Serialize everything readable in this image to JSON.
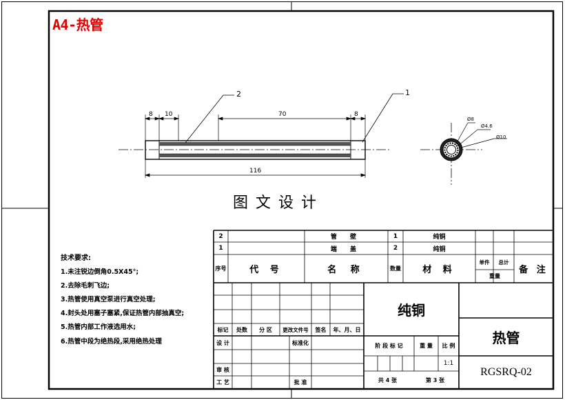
{
  "sheet_label": "A4-热管",
  "drawing_title": "图 文 设 计",
  "part_view": {
    "dimensions": [
      "8",
      "10",
      "70",
      "8",
      "116"
    ],
    "balloons": [
      "2",
      "1"
    ]
  },
  "section_view": {
    "dimensions": [
      "Ø8",
      "Ø4.6",
      "Ø10"
    ]
  },
  "tech_requirements": {
    "heading": "技术要求:",
    "items": [
      "1.未注锐边倒角0.5X45°;",
      "2.去除毛刺飞边;",
      "3.热管使用真空泵进行真空处理;",
      "4.封头处用塞子塞紧,保证热管内部抽真空;",
      "5.热管内部工作液选用水;",
      "6.热管中段为绝热段,采用绝热处理"
    ]
  },
  "parts_list": {
    "rows": [
      {
        "no": "2",
        "name": "管 壁",
        "qty": "1",
        "material": "纯铜"
      },
      {
        "no": "1",
        "name": "端 盖",
        "qty": "2",
        "material": "纯铜"
      }
    ],
    "header": {
      "no": "序号",
      "code": "代 号",
      "name": "名 称",
      "qty": "数量",
      "material": "材 料",
      "unit_weight": "单件",
      "total_weight": "总计",
      "weight": "重量",
      "remark": "备 注"
    }
  },
  "title_block": {
    "material": "纯铜",
    "part_name": "热管",
    "drawing_no": "RGSRQ-02",
    "mark": "标记",
    "count": "处数",
    "zone": "分 区",
    "change_doc": "更改文件号",
    "signature": "签名",
    "date": "年、月、日",
    "design": "设 计",
    "standardize": "标准化",
    "stage_mark": "阶 段 标 记",
    "weight": "重 量",
    "scale": "比 例",
    "scale_value": "1:1",
    "review": "审 核",
    "process": "工 艺",
    "approve": "批 准",
    "sheets_total": "共 4 张",
    "sheet_no": "第 3 张"
  }
}
